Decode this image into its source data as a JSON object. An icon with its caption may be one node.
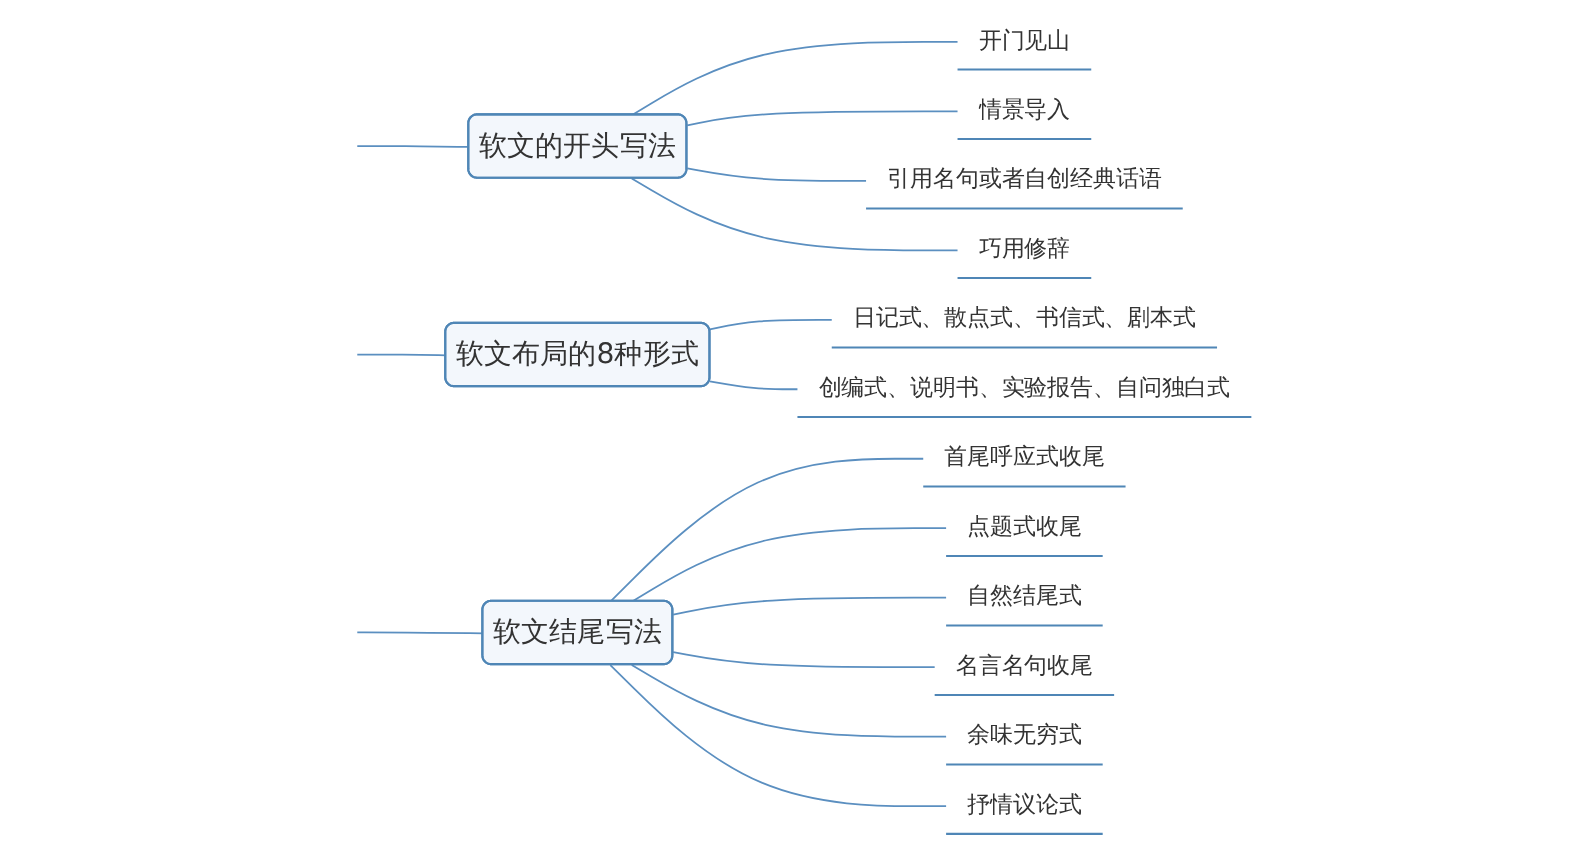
{
  "diagram": {
    "nodes": [
      {
        "text": [
          "软文的开头写法"
        ]
      },
      {
        "text": [
          "开门见山"
        ]
      },
      {
        "text": [
          "情景导入"
        ]
      },
      {
        "text": [
          "引用名句或者自创经典话语"
        ]
      },
      {
        "text": [
          "巧用修辞"
        ]
      },
      {
        "text": [
          "软文布局的8种形式"
        ]
      },
      {
        "text": [
          "日记式、散点式、书信式、剧本式"
        ]
      },
      {
        "text": [
          "创编式、说明书、实验报告、自问独白式"
        ]
      },
      {
        "text": [
          "软文结尾写法"
        ]
      },
      {
        "text": [
          "首尾呼应式收尾"
        ]
      },
      {
        "text": [
          "点题式收尾"
        ]
      },
      {
        "text": [
          "自然结尾式"
        ]
      },
      {
        "text": [
          "名言名句收尾"
        ]
      },
      {
        "text": [
          "余味无穷式"
        ]
      },
      {
        "text": [
          "抒情议论式"
        ]
      }
    ],
    "edges": [
      {
        "from": null,
        "to": 0,
        "arrow": "none"
      },
      {
        "from": 0,
        "to": 1,
        "arrow": "none"
      },
      {
        "from": 0,
        "to": 2,
        "arrow": "none"
      },
      {
        "from": 0,
        "to": 3,
        "arrow": "none"
      },
      {
        "from": 0,
        "to": 4,
        "arrow": "none"
      },
      {
        "from": null,
        "to": 5,
        "arrow": "none"
      },
      {
        "from": 5,
        "to": 6,
        "arrow": "none"
      },
      {
        "from": 5,
        "to": 7,
        "arrow": "none"
      },
      {
        "from": null,
        "to": 8,
        "arrow": "none"
      },
      {
        "from": 8,
        "to": 9,
        "arrow": "none"
      },
      {
        "from": 8,
        "to": 10,
        "arrow": "none"
      },
      {
        "from": 8,
        "to": 11,
        "arrow": "none"
      },
      {
        "from": 8,
        "to": 12,
        "arrow": "none"
      },
      {
        "from": 8,
        "to": 13,
        "arrow": "none"
      },
      {
        "from": 8,
        "to": 14,
        "arrow": "none"
      }
    ]
  }
}
